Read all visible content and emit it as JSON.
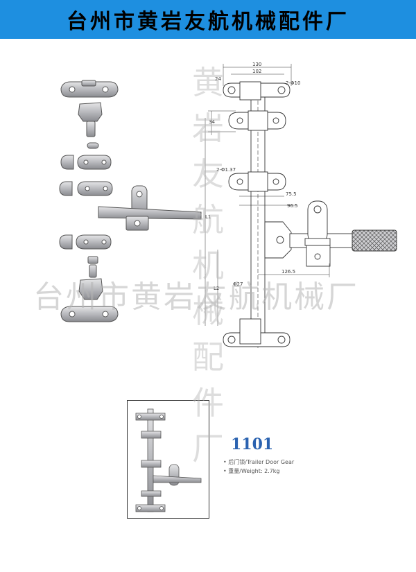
{
  "header": {
    "title": "台州市黄岩友航机械配件厂",
    "bg_color": "#1e8fe0"
  },
  "watermark": {
    "horizontal": "台州市黄岩友航机械厂",
    "vertical": "黄岩友航机械配件厂"
  },
  "dimensions": {
    "d130": "130",
    "d102": "102",
    "d24": "24",
    "phi10": "2-Φ10",
    "d34": "34",
    "phi137": "2-Φ1.37",
    "d755": "75.5",
    "d965": "96.5",
    "l1": "L1",
    "d1265": "126.5",
    "phi27": "Φ27",
    "l2": "L2"
  },
  "product": {
    "model": "1101",
    "desc": "后门锁/Trailer Door Gear",
    "weight": "重量/Weight: 2.7kg"
  }
}
